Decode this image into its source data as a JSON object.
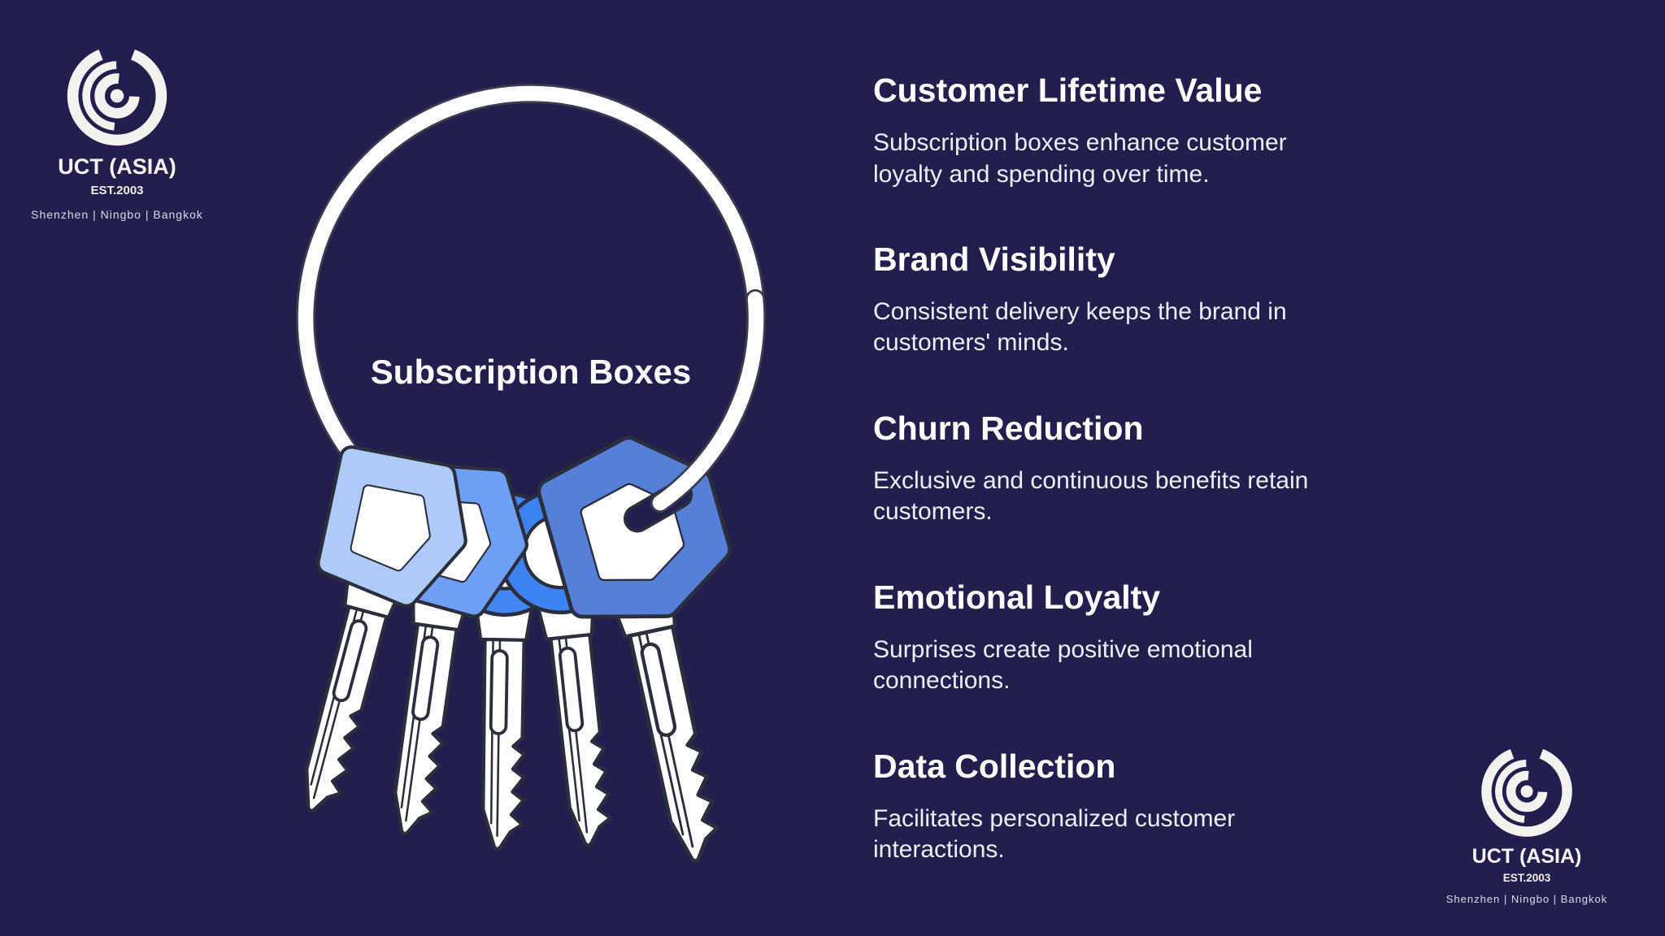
{
  "background_color": "#221f4e",
  "logo": {
    "name": "UCT (ASIA)",
    "est": "EST.2003",
    "cities": "Shenzhen | Ningbo | Bangkok"
  },
  "keyring": {
    "label": "Subscription Boxes",
    "ring_color": "#ffffff",
    "outline_color": "#2b2e3c",
    "key_colors": [
      "#aecbf8",
      "#6f9ff2",
      "#4486f3",
      "#3d83f3",
      "#5680d8"
    ]
  },
  "sections": [
    {
      "title": "Customer Lifetime Value",
      "description": "Subscription boxes enhance customer\nloyalty and spending over time."
    },
    {
      "title": "Brand Visibility",
      "description": "Consistent delivery keeps the brand in\ncustomers' minds."
    },
    {
      "title": "Churn Reduction",
      "description": "Exclusive and continuous benefits retain\ncustomers."
    },
    {
      "title": "Emotional Loyalty",
      "description": "Surprises create positive emotional\nconnections."
    },
    {
      "title": "Data Collection",
      "description": "Facilitates personalized customer\ninteractions."
    }
  ]
}
